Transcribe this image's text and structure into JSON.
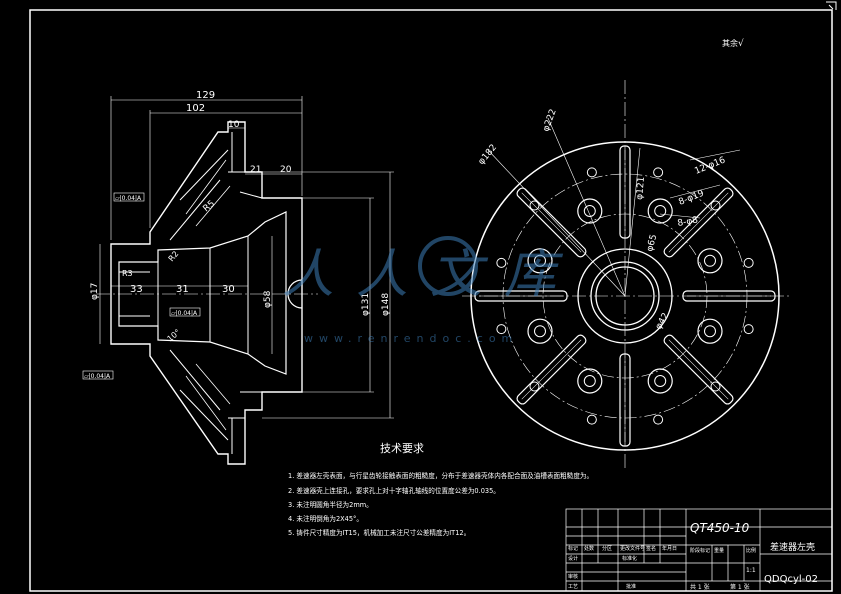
{
  "corner_note": "其余",
  "side_view": {
    "dims": {
      "d129": "129",
      "d102": "102",
      "d10": "10",
      "d21": "21",
      "d20": "20",
      "d33": "33",
      "d31": "31",
      "d30": "30",
      "phi17": "φ17",
      "phi58": "φ58",
      "phi131": "φ131",
      "phi148": "φ148",
      "r5": "R5",
      "r2": "R2",
      "r3": "R3",
      "ang": "10°"
    },
    "tol_1": "▱|0.04|A",
    "tol_2": "▱|0.04|A",
    "tol_3": "▱|0.04|A"
  },
  "front_view": {
    "dims": {
      "phi222": "φ222",
      "phi182": "φ182",
      "phi121": "φ121",
      "phi65": "φ65",
      "phi42": "φ42",
      "holes_16": "12-φ16",
      "holes_19": "8-φ19",
      "holes_8": "8-φ8"
    }
  },
  "watermark": {
    "chars": "人人文库",
    "url": "www.renrendoc.com"
  },
  "tech_req": {
    "title": "技术要求",
    "items": [
      "1. 差速器左壳表面，与行星齿轮接触表面的粗糙度，分布于差速器壳体内各配合面及油槽表面粗糙度为。",
      "2. 差速器壳上连接孔，要求孔上对十字轴孔轴线的位置度公差为0.035。",
      "3. 未注明圆角半径为2mm。",
      "4. 未注明倒角为2X45°。",
      "5. 铸件尺寸精度为IT15，机械加工未注尺寸公差精度为IT12。"
    ]
  },
  "title_block": {
    "material": "QT450-10",
    "part_name": "差速器左壳",
    "drawing_no": "QDQcyl-02",
    "scale": "1:1",
    "sheet_total": "共 1 张",
    "sheet_no": "第 1 张",
    "headers": [
      "标记",
      "处数",
      "分区",
      "更改文件号",
      "签名",
      "年月日"
    ],
    "rows": [
      "设计",
      "审核",
      "工艺"
    ],
    "std": "标准化",
    "approve": "批准",
    "cols": [
      "阶段标记",
      "重量",
      "比例"
    ]
  }
}
